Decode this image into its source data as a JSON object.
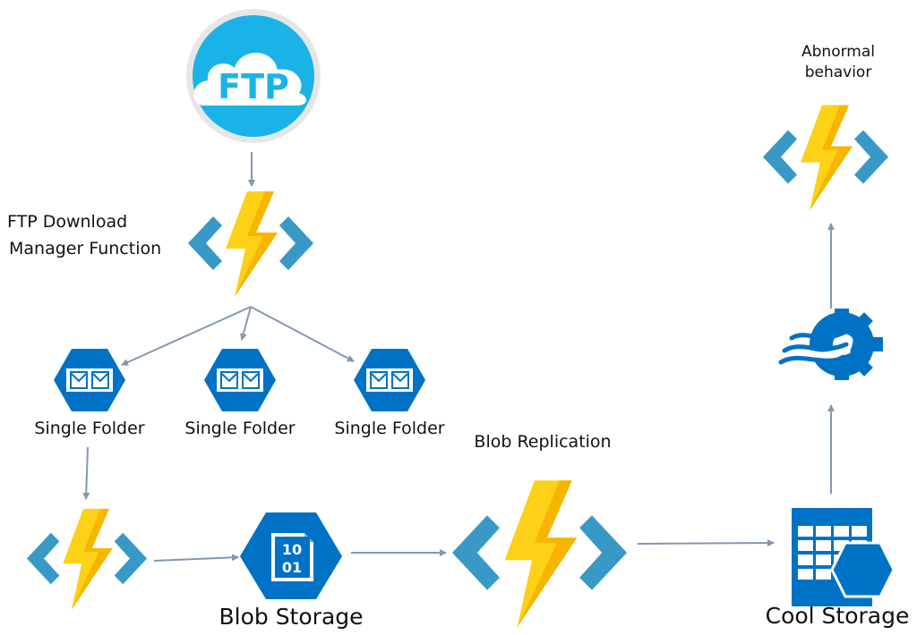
{
  "colors": {
    "arrow": "#8497b0",
    "function_chevron": "#3999c6",
    "function_bolt": "#fcd116",
    "function_bolt_shade": "#f7b500",
    "azure_blue": "#0072c6",
    "ftp_blue": "#1ab3e8"
  },
  "nodes": {
    "ftp": {
      "logo_text": "FTP",
      "icon": "ftp-cloud-icon"
    },
    "download_function": {
      "label_line1": "FTP Download",
      "label_line2": "Manager Function",
      "icon": "azure-function-icon"
    },
    "queues": [
      {
        "label": "Single Folder",
        "icon": "storage-queue-icon"
      },
      {
        "label": "Single Folder",
        "icon": "storage-queue-icon"
      },
      {
        "label": "Single Folder",
        "icon": "storage-queue-icon"
      }
    ],
    "folder_function": {
      "icon": "azure-function-icon"
    },
    "blob_storage": {
      "label": "Blob Storage",
      "icon_text_line1": "10",
      "icon_text_line2": "01",
      "icon": "blob-storage-icon"
    },
    "blob_replication": {
      "label": "Blob Replication",
      "icon": "azure-function-icon"
    },
    "cool_storage": {
      "label": "Cool Storage",
      "icon": "table-storage-icon"
    },
    "stream_analytics": {
      "icon": "stream-analytics-icon"
    },
    "abnormal_behavior": {
      "label_line1": "Abnormal",
      "label_line2": "behavior",
      "icon": "azure-function-icon"
    }
  }
}
